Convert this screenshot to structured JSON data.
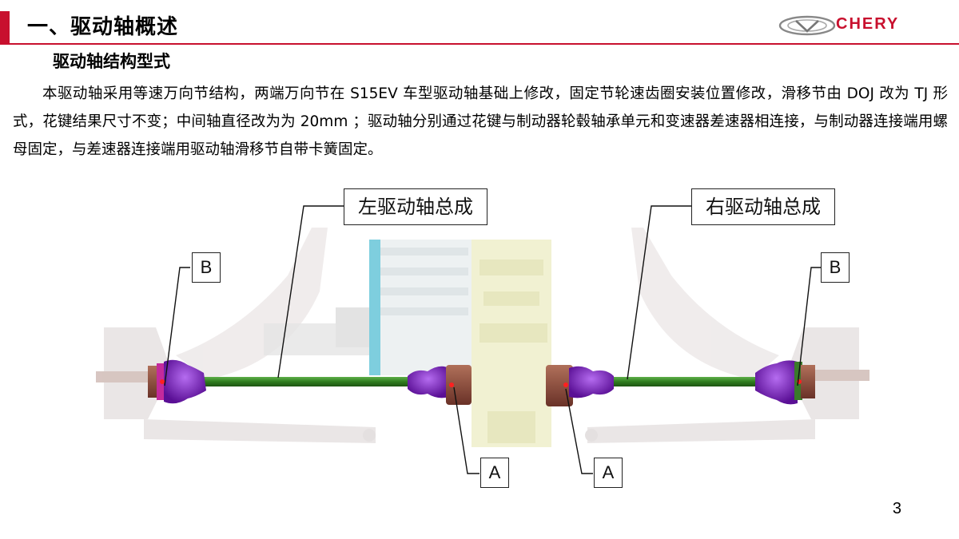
{
  "header": {
    "title": "一、驱动轴概述",
    "brand": "CHERY"
  },
  "section": {
    "subtitle": "驱动轴结构型式",
    "paragraph": "本驱动轴采用等速万向节结构，两端万向节在 S15EV 车型驱动轴基础上修改，固定节轮速齿圈安装位置修改，滑移节由 DOJ 改为 TJ 形式，花键结果尺寸不变；中间轴直径改为为 20mm ；驱动轴分别通过花键与制动器轮毂轴承单元和变速器差速器相连接，与制动器连接端用螺母固定，与差速器连接端用驱动轴滑移节自带卡簧固定。"
  },
  "diagram": {
    "left_assembly_label": "左驱动轴总成",
    "right_assembly_label": "右驱动轴总成",
    "label_b_left": "B",
    "label_b_right": "B",
    "label_a_left": "A",
    "label_a_right": "A"
  },
  "footer": {
    "page_number": "3"
  },
  "colors": {
    "brand_red": "#c8102e",
    "shaft_green": "#2f7d1f",
    "boot_purple": "#7a1fb8",
    "joint_brown": "#8a4a3a",
    "motor_cyan": "#5fc3d6",
    "gearbox_yellow": "#eeeec8"
  }
}
